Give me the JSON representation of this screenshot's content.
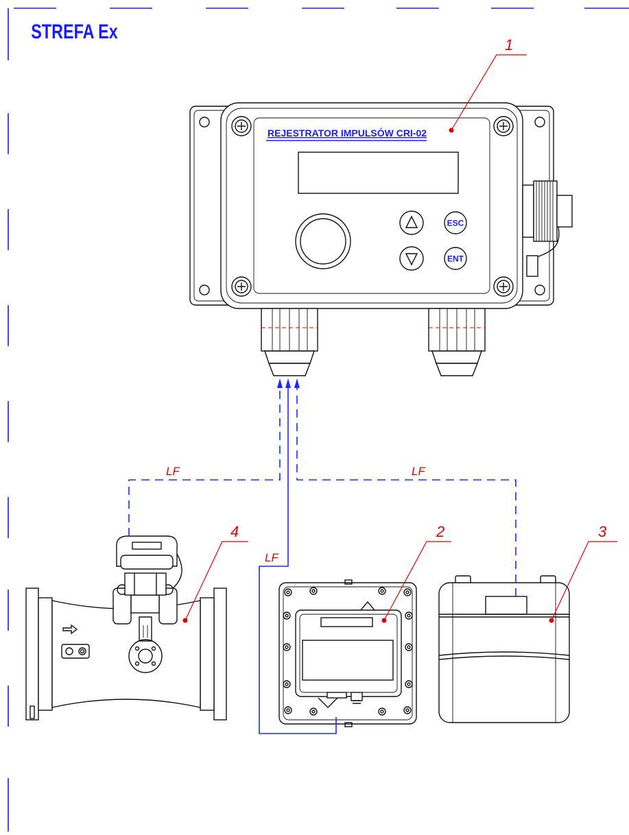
{
  "zone_label": "STREFA Ex",
  "recorder": {
    "title": "REJESTRATOR IMPULSÓW CRI-02",
    "button_up": "△",
    "button_down": "▽",
    "button_esc": "ESC",
    "button_ent": "ENT"
  },
  "callouts": [
    "1",
    "2",
    "3",
    "4"
  ],
  "signal_labels": [
    "LF",
    "LF",
    "LF"
  ],
  "colors": {
    "zone": "#1a1aff",
    "signal": "#1a2bff",
    "callout": "#e00000",
    "ink": "#111111"
  }
}
